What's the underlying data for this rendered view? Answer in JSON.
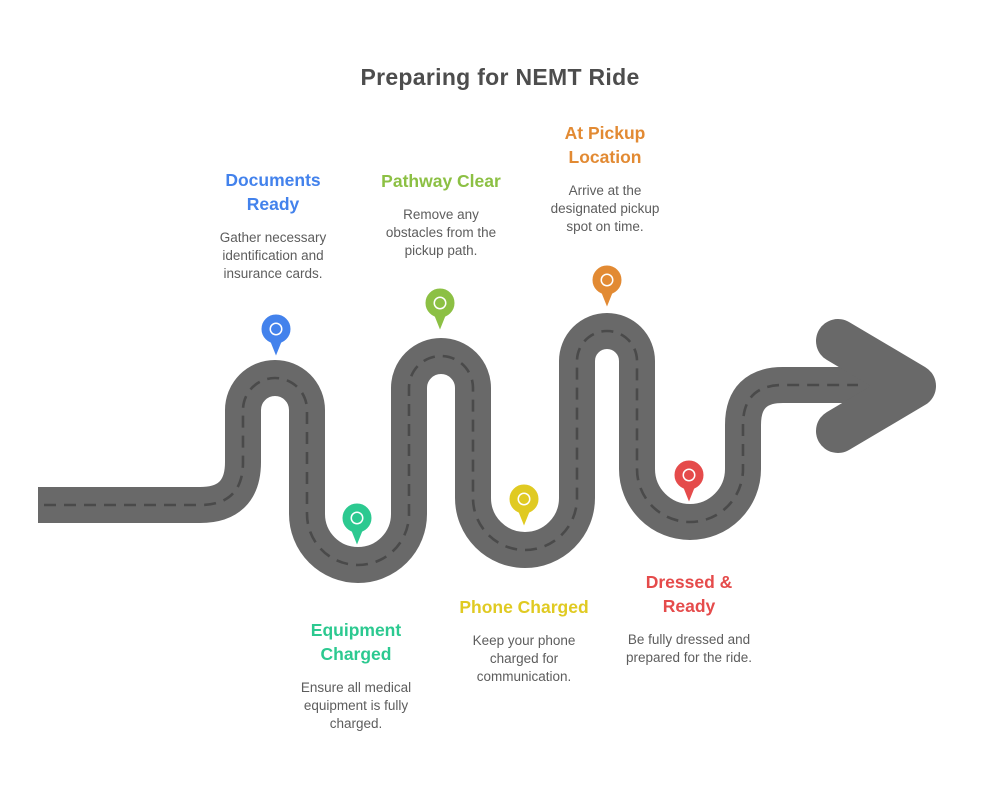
{
  "infographic": {
    "title": "Preparing for NEMT Ride",
    "title_color": "#4d4d4d",
    "body_text_color": "#5d5d5d"
  },
  "road": {
    "color": "#696969",
    "dash_color": "#4a4a4a",
    "arrow_icon": "arrow-right-icon"
  },
  "steps": [
    {
      "name": "documents-ready",
      "icon": "location-pin-icon",
      "color": "#4382ec",
      "title_lines": [
        "Documents",
        "Ready"
      ],
      "desc_lines": [
        "Gather necessary",
        "identification and",
        "insurance cards."
      ]
    },
    {
      "name": "equipment-charged",
      "icon": "location-pin-icon",
      "color": "#2cc990",
      "title_lines": [
        "Equipment",
        "Charged"
      ],
      "desc_lines": [
        "Ensure all medical",
        "equipment is fully",
        "charged."
      ]
    },
    {
      "name": "pathway-clear",
      "icon": "location-pin-icon",
      "color": "#8cc044",
      "title_lines": [
        "Pathway Clear"
      ],
      "desc_lines": [
        "Remove any",
        "obstacles from the",
        "pickup path."
      ]
    },
    {
      "name": "phone-charged",
      "icon": "location-pin-icon",
      "color": "#e0ca22",
      "title_lines": [
        "Phone Charged"
      ],
      "desc_lines": [
        "Keep your phone",
        "charged for",
        "communication."
      ]
    },
    {
      "name": "at-pickup-location",
      "icon": "location-pin-icon",
      "color": "#e28a33",
      "title_lines": [
        "At Pickup",
        "Location"
      ],
      "desc_lines": [
        "Arrive at the",
        "designated pickup",
        "spot on time."
      ]
    },
    {
      "name": "dressed-and-ready",
      "icon": "location-pin-icon",
      "color": "#e54b4b",
      "title_lines": [
        "Dressed &",
        "Ready"
      ],
      "desc_lines": [
        "Be fully dressed and",
        "prepared for the ride."
      ]
    }
  ]
}
